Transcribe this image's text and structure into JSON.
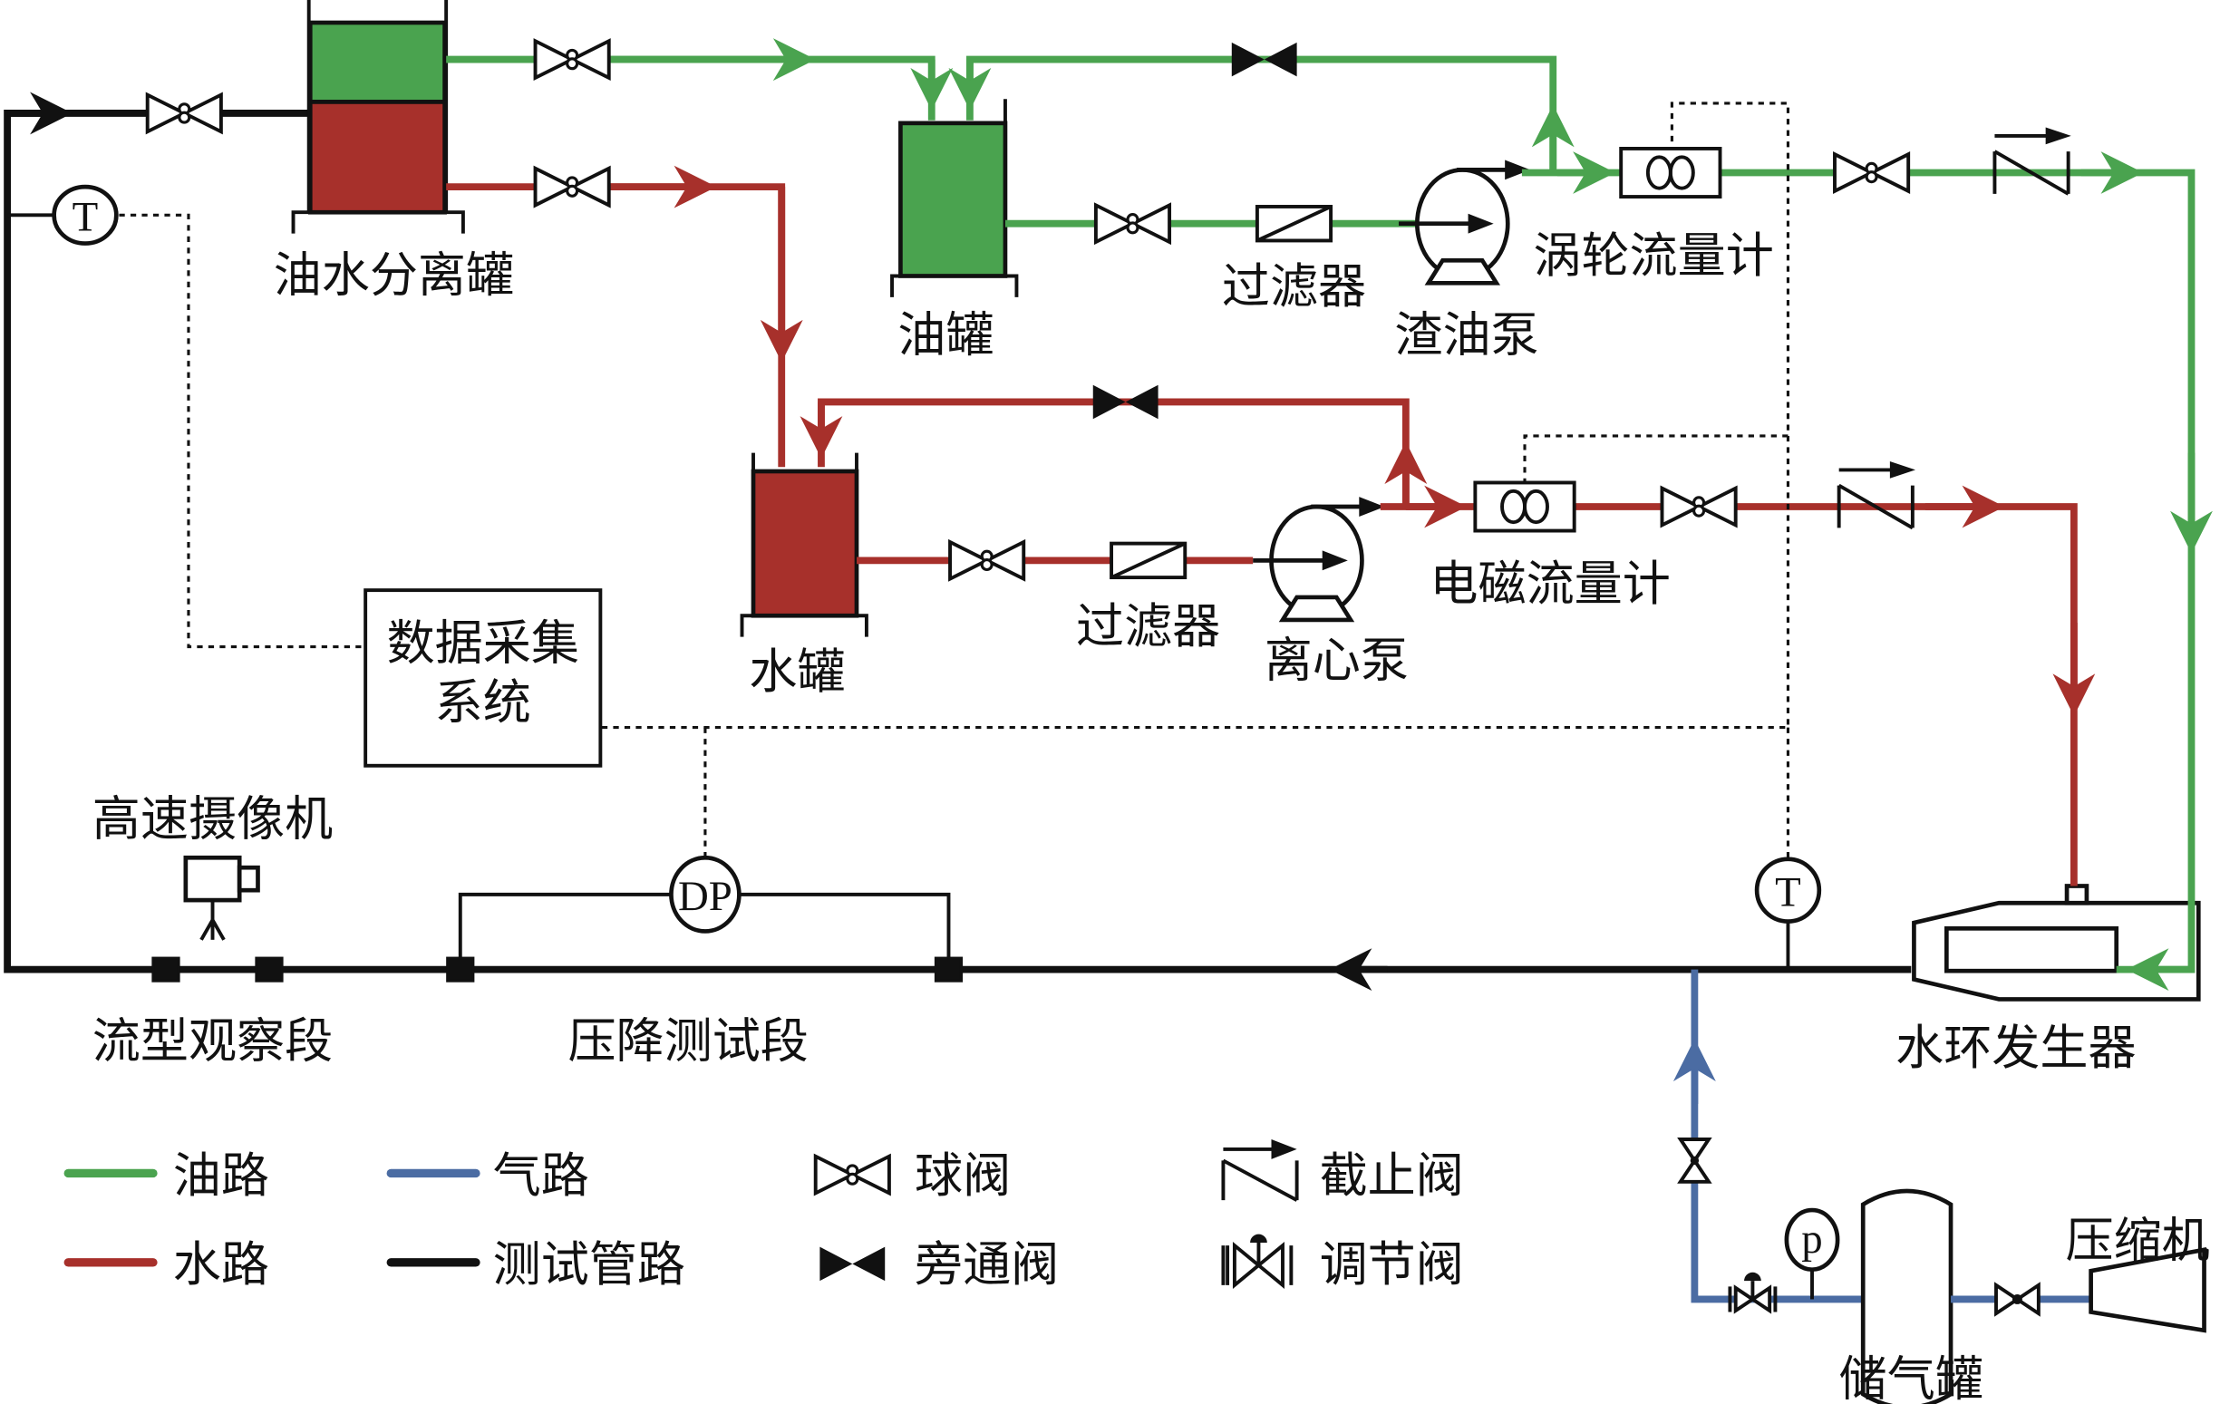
{
  "colors": {
    "oil": "#4aa34f",
    "water": "#a7302b",
    "gas": "#4b6ca3",
    "test": "#111111"
  },
  "components": {
    "separator": "油水分离罐",
    "oil_tank": "油罐",
    "oil_filter": "过滤器",
    "oil_pump": "渣油泵",
    "turbine_meter": "涡轮流量计",
    "water_tank": "水罐",
    "water_filter": "过滤器",
    "centrifugal_pump": "离心泵",
    "em_meter": "电磁流量计",
    "daq": [
      "数据采集",
      "系统"
    ],
    "camera": "高速摄像机",
    "flow_section": "流型观察段",
    "pressure_section": "压降测试段",
    "ring_generator": "水环发生器",
    "air_tank": "储气罐",
    "compressor": "压缩机"
  },
  "instruments": {
    "temp_symbol": "T",
    "dp_symbol": "DP",
    "pressure_symbol": "p"
  },
  "legend": {
    "oil_line": "油路",
    "water_line": "水路",
    "gas_line": "气路",
    "test_line": "测试管路",
    "ball_valve": "球阀",
    "bypass_valve": "旁通阀",
    "globe_valve": "截止阀",
    "control_valve": "调节阀"
  }
}
